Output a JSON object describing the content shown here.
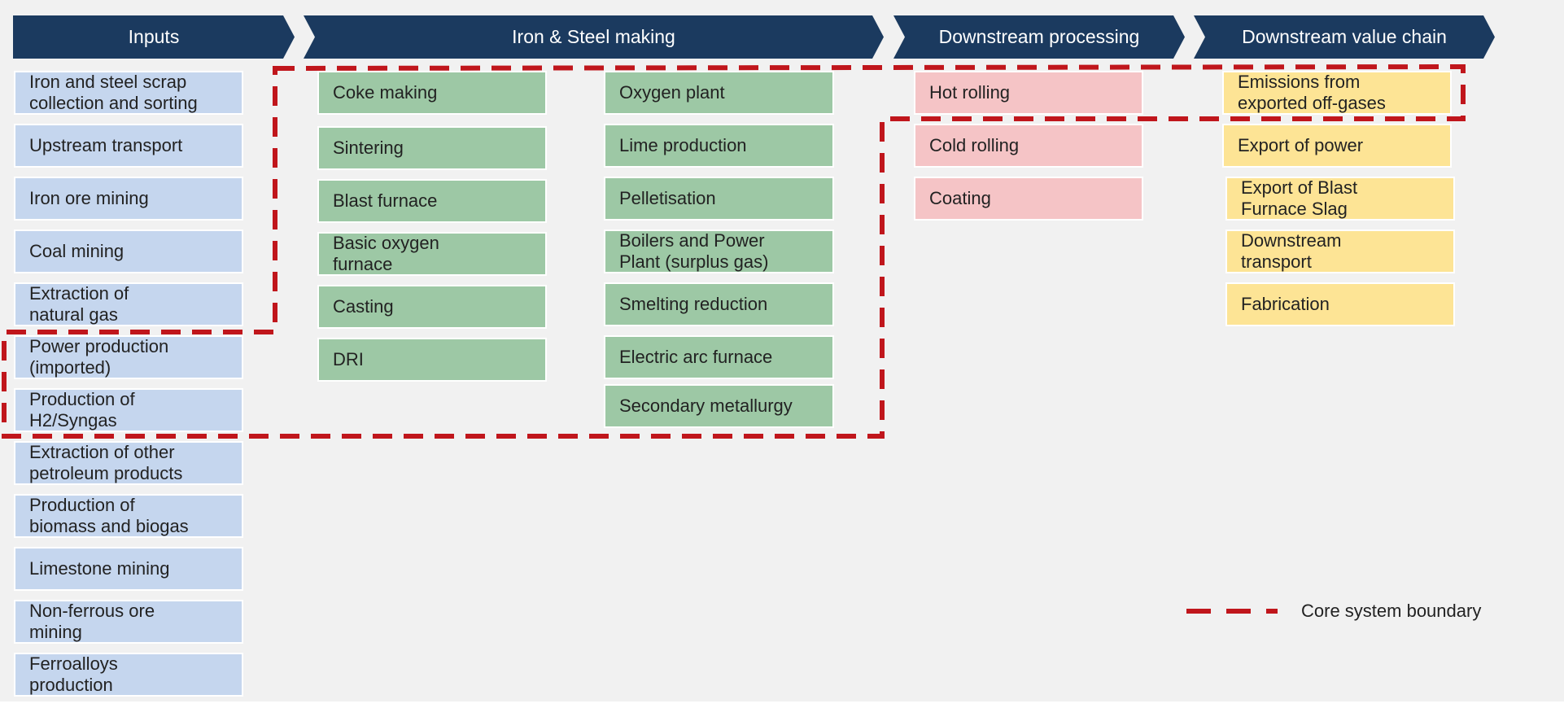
{
  "headers": {
    "inputs": "Inputs",
    "iron_steel": "Iron & Steel making",
    "downstream_processing": "Downstream processing",
    "downstream_value_chain": "Downstream value chain"
  },
  "inputs": [
    "Iron and steel scrap\ncollection and sorting",
    "Upstream transport",
    "Iron ore mining",
    "Coal mining",
    "Extraction of\nnatural gas",
    "Power production\n(imported)",
    "Production of\nH2/Syngas",
    "Extraction of other\npetroleum products",
    "Production of\nbiomass and biogas",
    "Limestone mining",
    "Non-ferrous ore\nmining",
    "Ferroalloys\nproduction"
  ],
  "iron_steel_col1": [
    "Coke making",
    "Sintering",
    "Blast furnace",
    "Basic oxygen\nfurnace",
    "Casting",
    "DRI"
  ],
  "iron_steel_col2": [
    "Oxygen plant",
    "Lime production",
    "Pelletisation",
    "Boilers and Power\nPlant (surplus gas)",
    "Smelting reduction",
    "Electric arc furnace",
    "Secondary metallurgy"
  ],
  "downstream_processing": [
    "Hot rolling",
    "Cold rolling",
    "Coating"
  ],
  "downstream_value_chain": [
    "Emissions from\nexported off-gases",
    "Export of power",
    "Export of Blast\nFurnace Slag",
    "Downstream\ntransport",
    "Fabrication"
  ],
  "legend": {
    "label": "Core system boundary"
  },
  "colors": {
    "header": "#1b3a5f",
    "inputs": "#c5d6ee",
    "iron_steel": "#9dc8a5",
    "downstream_processing": "#f5c4c6",
    "downstream_value_chain": "#fde495",
    "boundary": "#c0161c",
    "background": "#f1f1f1"
  }
}
